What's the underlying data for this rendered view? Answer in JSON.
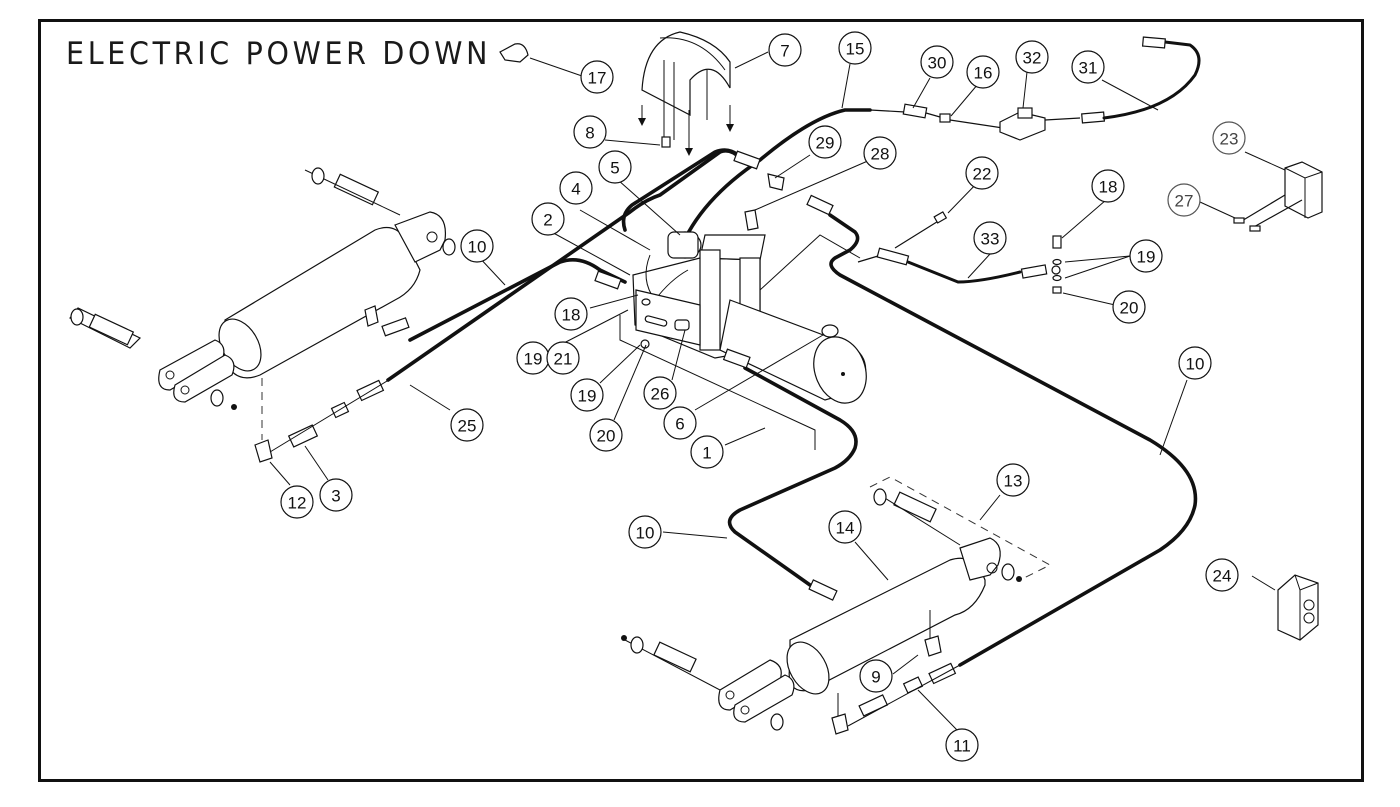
{
  "title": "ELECTRIC POWER DOWN",
  "callouts": [
    {
      "id": "c17",
      "label": "17"
    },
    {
      "id": "c7",
      "label": "7"
    },
    {
      "id": "c15",
      "label": "15"
    },
    {
      "id": "c30",
      "label": "30"
    },
    {
      "id": "c16",
      "label": "16"
    },
    {
      "id": "c32",
      "label": "32"
    },
    {
      "id": "c31",
      "label": "31"
    },
    {
      "id": "c8",
      "label": "8"
    },
    {
      "id": "c29",
      "label": "29"
    },
    {
      "id": "c28",
      "label": "28"
    },
    {
      "id": "c5",
      "label": "5"
    },
    {
      "id": "c4",
      "label": "4"
    },
    {
      "id": "c2",
      "label": "2"
    },
    {
      "id": "c10a",
      "label": "10"
    },
    {
      "id": "c22",
      "label": "22"
    },
    {
      "id": "c18a",
      "label": "18"
    },
    {
      "id": "c33",
      "label": "33"
    },
    {
      "id": "c19a",
      "label": "19"
    },
    {
      "id": "c20a",
      "label": "20"
    },
    {
      "id": "c23",
      "label": "23"
    },
    {
      "id": "c27",
      "label": "27"
    },
    {
      "id": "c18b",
      "label": "18"
    },
    {
      "id": "c19b",
      "label": "19"
    },
    {
      "id": "c21",
      "label": "21"
    },
    {
      "id": "c19c",
      "label": "19"
    },
    {
      "id": "c26",
      "label": "26"
    },
    {
      "id": "c20b",
      "label": "20"
    },
    {
      "id": "c6",
      "label": "6"
    },
    {
      "id": "c1",
      "label": "1"
    },
    {
      "id": "c25",
      "label": "25"
    },
    {
      "id": "c12",
      "label": "12"
    },
    {
      "id": "c3",
      "label": "3"
    },
    {
      "id": "c10b",
      "label": "10"
    },
    {
      "id": "c10c",
      "label": "10"
    },
    {
      "id": "c13",
      "label": "13"
    },
    {
      "id": "c14",
      "label": "14"
    },
    {
      "id": "c24",
      "label": "24"
    },
    {
      "id": "c9",
      "label": "9"
    },
    {
      "id": "c11",
      "label": "11"
    }
  ]
}
